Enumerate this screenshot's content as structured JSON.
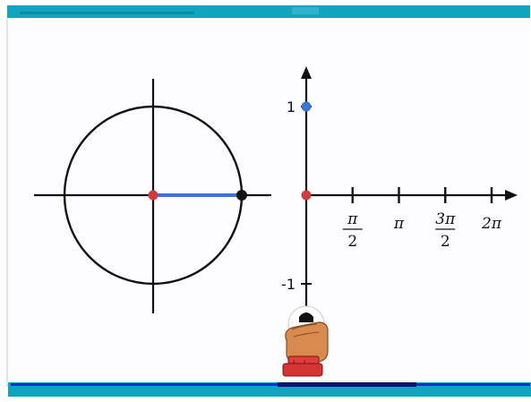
{
  "colors": {
    "frame_accent": "#12a3c1",
    "bottom_line": "#1d2bd6",
    "unit_circle": "#111111",
    "radius_segment": "#3b74d9",
    "origin_point": "#d23b3b",
    "circle_point": "#111111",
    "graph_point_top": "#3b74d9",
    "graph_point_origin": "#d23b3b"
  },
  "graph": {
    "y_ticks": [
      {
        "value": 1,
        "label": "1"
      },
      {
        "value": -1,
        "label": "-1"
      }
    ],
    "x_ticks": [
      {
        "value_pi": 0.5,
        "num": "π",
        "den": "2"
      },
      {
        "value_pi": 1,
        "num": "π",
        "den": ""
      },
      {
        "value_pi": 1.5,
        "num": "3π",
        "den": "2"
      },
      {
        "value_pi": 2,
        "num": "2π",
        "den": ""
      }
    ]
  },
  "unit_circle": {
    "angle_rad": 0
  },
  "cursor": {
    "icon": "hand-cursor-icon"
  }
}
